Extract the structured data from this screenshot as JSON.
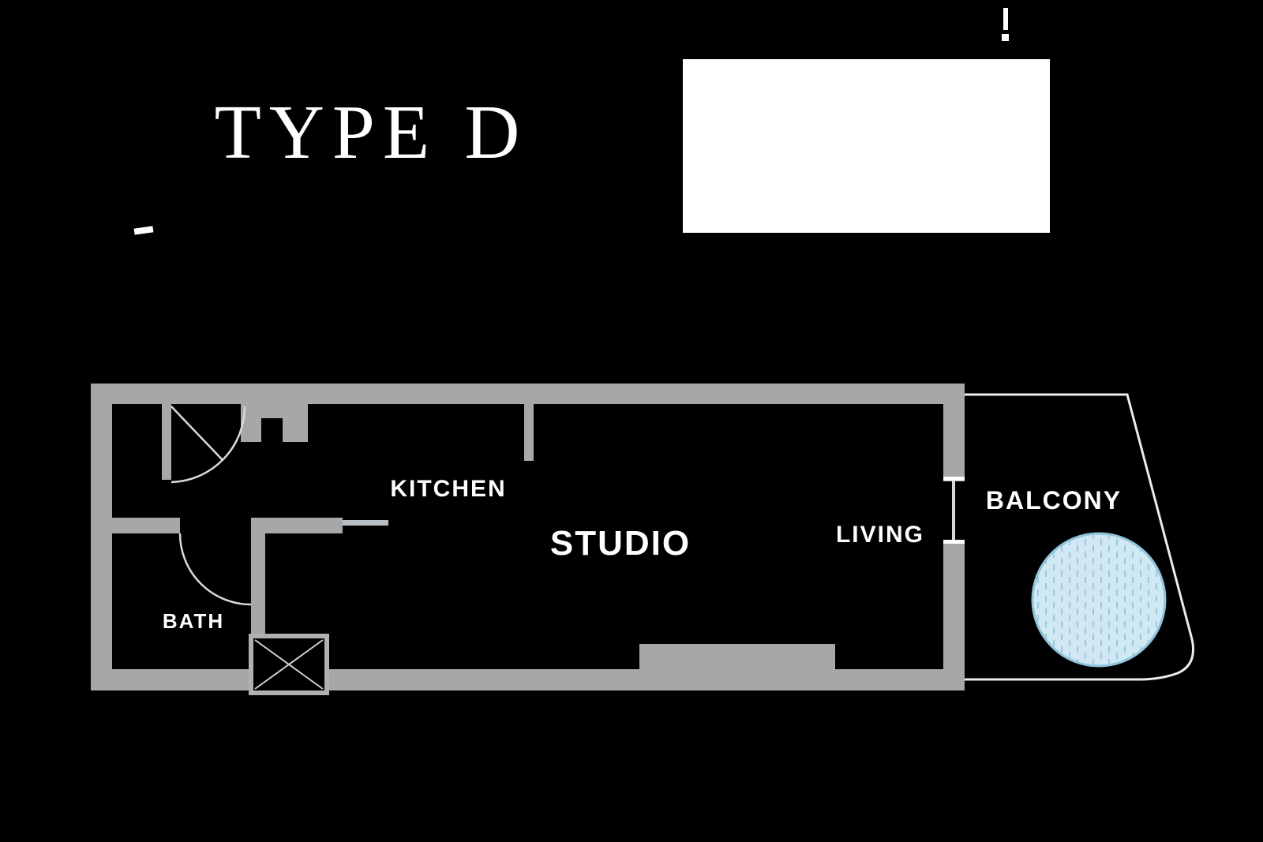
{
  "page": {
    "background": "#000000"
  },
  "header": {
    "title": "TYPE D"
  },
  "floorplan": {
    "rooms": {
      "kitchen": {
        "label": "KITCHEN"
      },
      "studio": {
        "label": "STUDIO"
      },
      "living": {
        "label": "LIVING"
      },
      "balcony": {
        "label": "BALCONY"
      },
      "bath": {
        "label": "BATH"
      }
    },
    "colors": {
      "wall_gray": "#a7a7a7",
      "line_light": "#d9d9d9",
      "balcony_outline": "#ececec",
      "spa_fill": "#cfe8f4",
      "spa_stroke": "#8fc3da",
      "spa_texture": "#9fc8da",
      "label_text": "#ffffff",
      "background": "#000000",
      "panel": "#ffffff"
    }
  }
}
